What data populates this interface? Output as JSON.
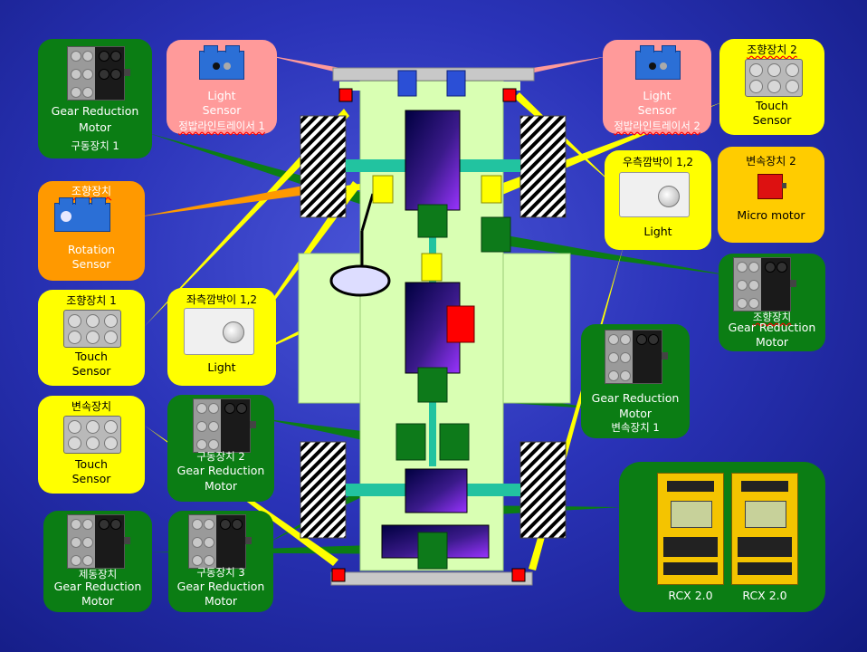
{
  "callouts": {
    "motor_drive1": {
      "lines": [
        "Gear Reduction",
        "Motor",
        "구동장치 1"
      ]
    },
    "light_left": {
      "lines": [
        "Light",
        "Sensor",
        "정밥라인트레이서 1"
      ]
    },
    "light_right": {
      "lines": [
        "Light",
        "Sensor",
        "정밥라인트레이서 2"
      ]
    },
    "touch_steer2": {
      "lines": [
        "조향장치 2",
        "Touch",
        "Sensor"
      ]
    },
    "rotation": {
      "lines": [
        "조향장치",
        "Rotation",
        "Sensor"
      ]
    },
    "light_right_bumper": {
      "lines": [
        "우측깜박이 1,2",
        "Light"
      ]
    },
    "micro_motor": {
      "lines": [
        "변속장치 2",
        "Micro motor"
      ]
    },
    "motor_steer": {
      "lines": [
        "조향장치",
        "Gear Reduction",
        "Motor"
      ]
    },
    "touch_steer1": {
      "lines": [
        "조향장치 1",
        "Touch",
        "Sensor"
      ]
    },
    "light_left_bumper": {
      "lines": [
        "좌측깜박이 1,2",
        "Light"
      ]
    },
    "motor_gear1": {
      "lines": [
        "Gear Reduction",
        "Motor",
        "변속장치 1"
      ]
    },
    "touch_gear": {
      "lines": [
        "변속장치",
        "Touch",
        "Sensor"
      ]
    },
    "motor_drive2": {
      "lines": [
        "구동장치 2",
        "Gear Reduction",
        "Motor"
      ]
    },
    "motor_brake": {
      "lines": [
        "제동장치",
        "Gear Reduction",
        "Motor"
      ]
    },
    "motor_drive3": {
      "lines": [
        "구동장치 3",
        "Gear Reduction",
        "Motor"
      ]
    },
    "rcx": {
      "labels": [
        "RCX 2.0",
        "RCX 2.0"
      ]
    }
  },
  "colors": {
    "background": "#2a33b8",
    "callout_green": "#0b7d14",
    "callout_yellow": "#ffff00",
    "callout_pink": "#ff9a9a",
    "callout_orange": "#ff9900",
    "callout_gold": "#ffcc00",
    "chassis": "#d9ffb3",
    "axle_teal": "#22c3a0",
    "motor_block": "#0d7a1a",
    "red_marker": "#ff0000"
  },
  "icons": [
    "gear-reduction-motor-icon",
    "touch-sensor-icon",
    "light-sensor-icon",
    "rotation-sensor-icon",
    "micro-motor-icon",
    "rcx-brick-icon"
  ]
}
